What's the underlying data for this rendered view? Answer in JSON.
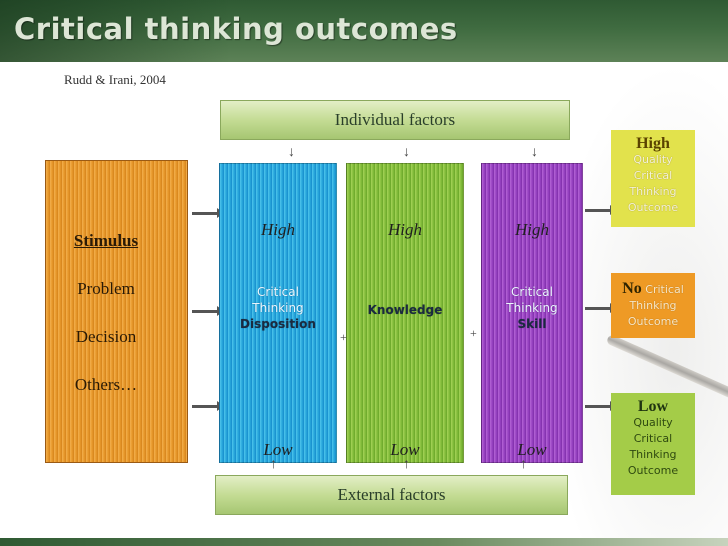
{
  "title": "Critical thinking outcomes",
  "citation": "Rudd & Irani, 2004",
  "factors": {
    "individual": "Individual factors",
    "external": "External factors"
  },
  "stimulus": {
    "heading": "Stimulus",
    "items": [
      "Problem",
      "Decision",
      "Others…"
    ]
  },
  "columns": [
    {
      "high": "High",
      "low": "Low",
      "desc": [
        "Critical",
        "Thinking",
        "Disposition"
      ],
      "color": "#2aa9dd"
    },
    {
      "high": "High",
      "low": "Low",
      "desc": [
        "Knowledge"
      ],
      "color": "#86bf3c"
    },
    {
      "high": "High",
      "low": "Low",
      "desc": [
        "Critical",
        "Thinking",
        "Skill"
      ],
      "color": "#9a45c4"
    }
  ],
  "operators": {
    "plus1": "+",
    "plus2": "+"
  },
  "outcomes": {
    "high": {
      "level": "High",
      "lines": [
        "Quality",
        "Critical",
        "Thinking",
        "Outcome"
      ],
      "color": "#e2e24c"
    },
    "no": {
      "level": "No",
      "first": "Critical",
      "lines": [
        "Thinking",
        "Outcome"
      ],
      "color": "#ee9a25"
    },
    "low": {
      "level": "Low",
      "lines": [
        "Quality",
        "Critical",
        "Thinking",
        "Outcome"
      ],
      "color": "#a4cc48"
    }
  },
  "icons": {
    "arrow": "right-arrow-icon",
    "influence": "down-arrow-icon"
  }
}
